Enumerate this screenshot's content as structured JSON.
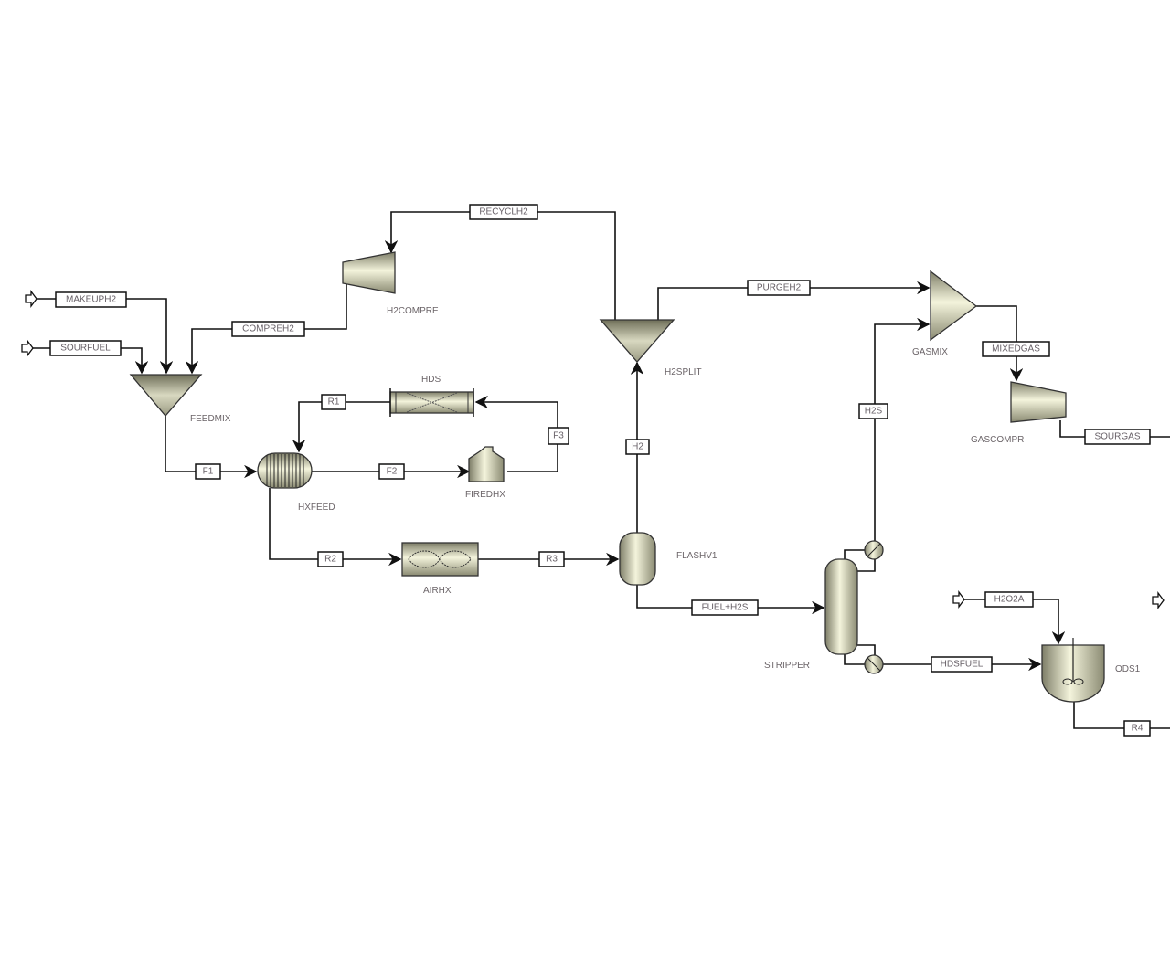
{
  "colors": {
    "equipment_fill": "#cfcfb8",
    "equipment_dark": "#7e7e68",
    "line": "#111111",
    "label_text": "#6b6468"
  },
  "blocks": {
    "feedmix": "FEEDMIX",
    "h2compre": "H2COMPRE",
    "hxfeed": "HXFEED",
    "hds": "HDS",
    "firedhx": "FIREDHX",
    "airhx": "AIRHX",
    "flashv1": "FLASHV1",
    "h2split": "H2SPLIT",
    "gasmix": "GASMIX",
    "gascompr": "GASCOMPR",
    "stripper": "STRIPPER",
    "ods1": "ODS1"
  },
  "streams": {
    "makeuph2": "MAKEUPH2",
    "sourfuel": "SOURFUEL",
    "compreh2": "COMPREH2",
    "recyclh2": "RECYCLH2",
    "f1": "F1",
    "f2": "F2",
    "f3": "F3",
    "r1": "R1",
    "r2": "R2",
    "r3": "R3",
    "h2": "H2",
    "purgeh2": "PURGEH2",
    "h2s": "H2S",
    "mixedgas": "MIXEDGAS",
    "sourgas": "SOURGAS",
    "fuel_h2s": "FUEL+H2S",
    "hdsfuel": "HDSFUEL",
    "h2o2a": "H2O2A",
    "r4": "R4"
  }
}
